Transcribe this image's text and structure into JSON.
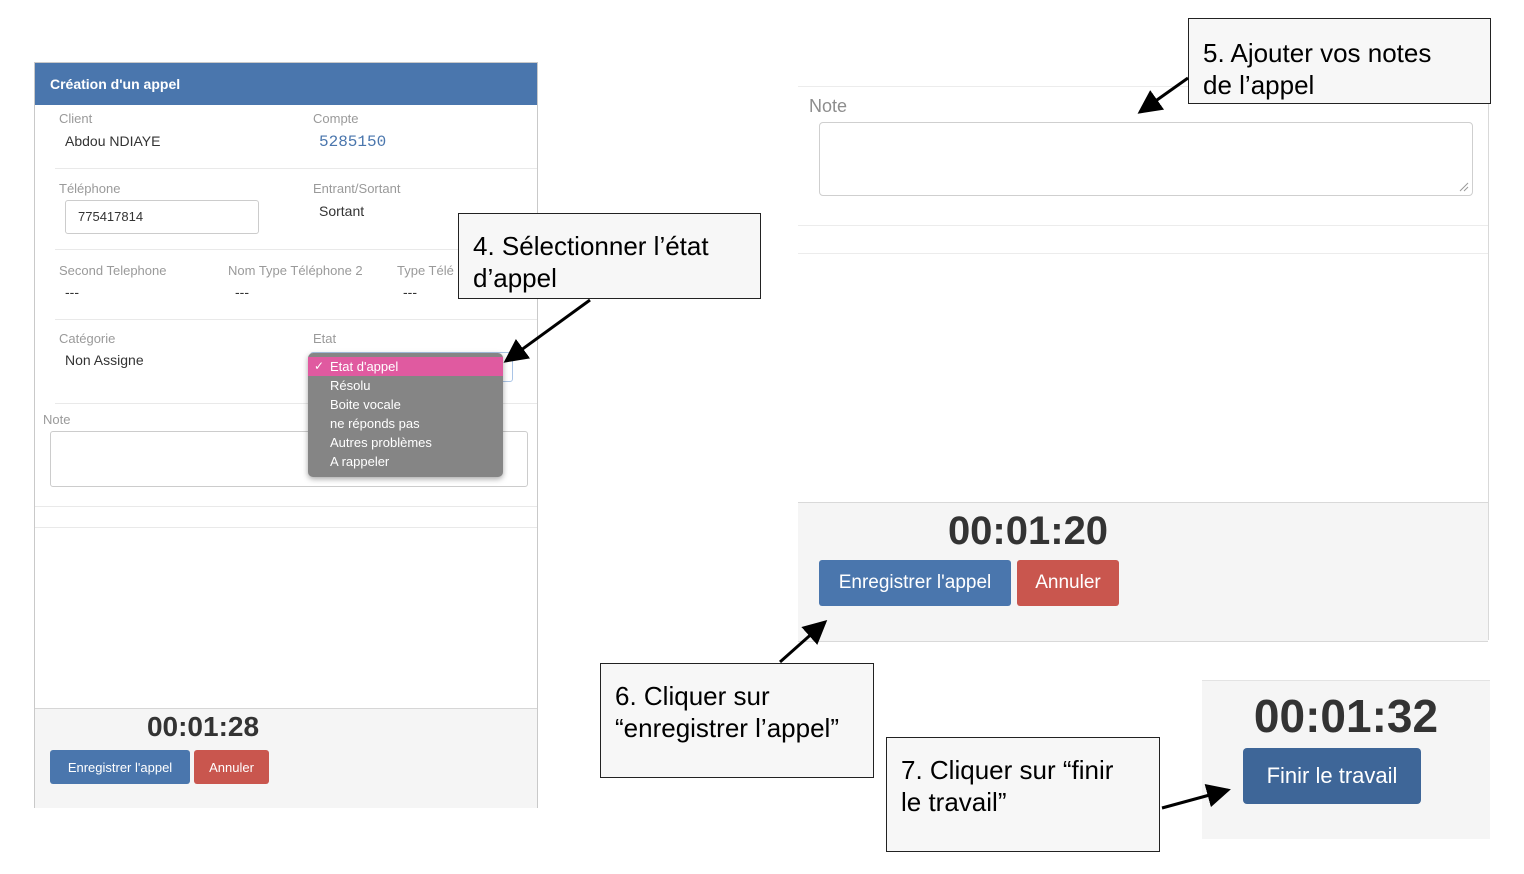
{
  "left_form": {
    "title": "Création d'un appel",
    "client_label": "Client",
    "client_value": "Abdou NDIAYE",
    "compte_label": "Compte",
    "compte_value": "5285150",
    "telephone_label": "Téléphone",
    "telephone_value": "775417814",
    "entrant_label": "Entrant/Sortant",
    "entrant_value": "Sortant",
    "second_tel_label": "Second Telephone",
    "second_tel_value": "---",
    "nom_type_label": "Nom Type Téléphone 2",
    "nom_type_value": "---",
    "type_tel_label": "Type Télé",
    "type_tel_value": "---",
    "categorie_label": "Catégorie",
    "categorie_value": "Non Assigne",
    "etat_label": "Etat",
    "note_label": "Note",
    "timer": "00:01:28",
    "save_label": "Enregistrer l'appel",
    "cancel_label": "Annuler"
  },
  "dropdown": {
    "options": [
      "Etat d'appel",
      "Résolu",
      "Boite vocale",
      "ne réponds pas",
      "Autres problèmes",
      "A rappeler"
    ],
    "selected_index": 0,
    "check_mark": "✓",
    "selected_color": "#e05aa0"
  },
  "right_form": {
    "note_label": "Note",
    "timer": "00:01:20",
    "save_label": "Enregistrer l'appel",
    "cancel_label": "Annuler"
  },
  "finish": {
    "timer": "00:01:32",
    "button_label": "Finir le travail"
  },
  "callouts": {
    "step4": [
      "4. Sélectionner l’état",
      "d’appel"
    ],
    "step5": [
      "5. Ajouter vos notes",
      "de l’appel"
    ],
    "step6": [
      "6. Cliquer sur",
      "“enregistrer l’appel”"
    ],
    "step7": [
      "7. Cliquer sur “finir",
      "le travail”"
    ]
  },
  "colors": {
    "primary": "#4a76ad",
    "danger": "#c9564e",
    "finish_button": "#3e6698"
  }
}
